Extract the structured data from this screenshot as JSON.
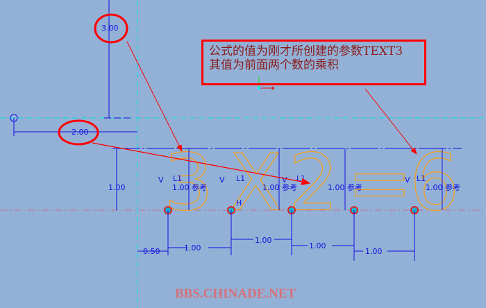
{
  "sketch": {
    "dims": {
      "vertical_top": "3.00",
      "horizontal_left": "2.00",
      "left_height": "1.00",
      "offset": "0.50",
      "spacings": [
        "1.00",
        "1.00",
        "1.00",
        "1.00"
      ]
    },
    "glyphs": [
      "3",
      "X",
      "2",
      "=",
      "6"
    ],
    "glyph_labels": [
      {
        "v": "V",
        "l": "L1",
        "dim": "1.00 参考"
      },
      {
        "v": "V",
        "l": "L1",
        "dim": "1.00 参考"
      },
      {
        "v": "V",
        "l": "L1",
        "dim": "1.00 参考"
      },
      {
        "v": "V",
        "l": "L1",
        "dim": "1.00 参考"
      }
    ],
    "h_label": "H",
    "colors": {
      "background": "#93b1d6",
      "dimension": "#1010e0",
      "text_outline": "#f0a020",
      "annotation": "#ff0000"
    }
  },
  "note": {
    "line1": "公式的值为刚才所创建的参数TEXT3",
    "line2": "其值为前面两个数的乘积"
  },
  "watermark": "BBS.CHINADE.NET"
}
